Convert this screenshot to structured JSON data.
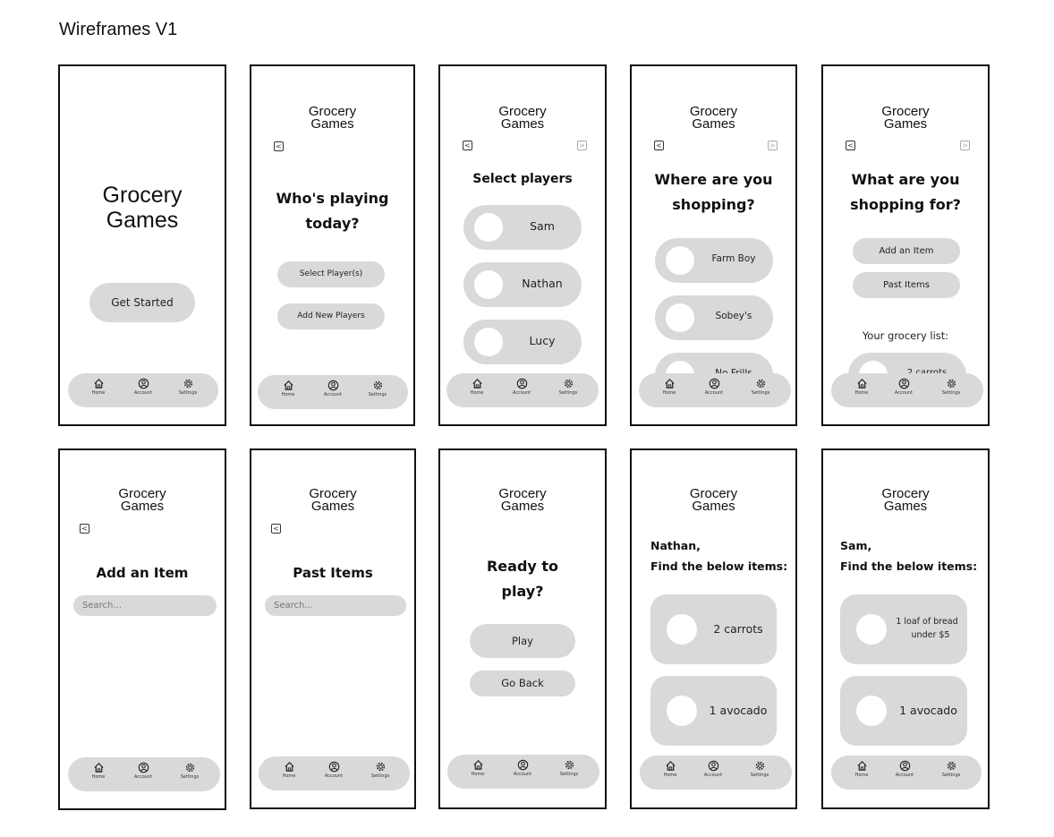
{
  "page_title": "Wireframes V1",
  "brand_line1": "Grocery",
  "brand_line2": "Games",
  "nav": {
    "back": "<",
    "forward": ">"
  },
  "tabbar": {
    "home": "Home",
    "account": "Account",
    "settings": "Settings"
  },
  "screens": {
    "start": {
      "button": "Get Started"
    },
    "who": {
      "heading_line1": "Who's playing",
      "heading_line2": "today?",
      "btn1": "Select Player(s)",
      "btn2": "Add New Players"
    },
    "select": {
      "heading": "Select players",
      "players": [
        "Sam",
        "Nathan",
        "Lucy"
      ]
    },
    "where": {
      "heading_line1": "Where are you",
      "heading_line2": "shopping?",
      "stores": [
        "Farm Boy",
        "Sobey's",
        "No Frills"
      ]
    },
    "what": {
      "heading_line1": "What are you",
      "heading_line2": "shopping for?",
      "btn1": "Add an Item",
      "btn2": "Past Items",
      "list_label": "Your grocery list:",
      "list_item": "2 carrots"
    },
    "add": {
      "heading": "Add an Item",
      "search_placeholder": "Search..."
    },
    "past": {
      "heading": "Past Items",
      "search_placeholder": "Search..."
    },
    "ready": {
      "heading_line1": "Ready to",
      "heading_line2": "play?",
      "btn1": "Play",
      "btn2": "Go Back"
    },
    "nathan": {
      "prompt_line1": "Nathan,",
      "prompt_line2": "Find the below items:",
      "items": [
        "2 carrots",
        "1 avocado"
      ]
    },
    "sam": {
      "prompt_line1": "Sam,",
      "prompt_line2": "Find the below items:",
      "item1_line1": "1 loaf of bread",
      "item1_line2": "under $5",
      "item2": "1 avocado"
    }
  }
}
